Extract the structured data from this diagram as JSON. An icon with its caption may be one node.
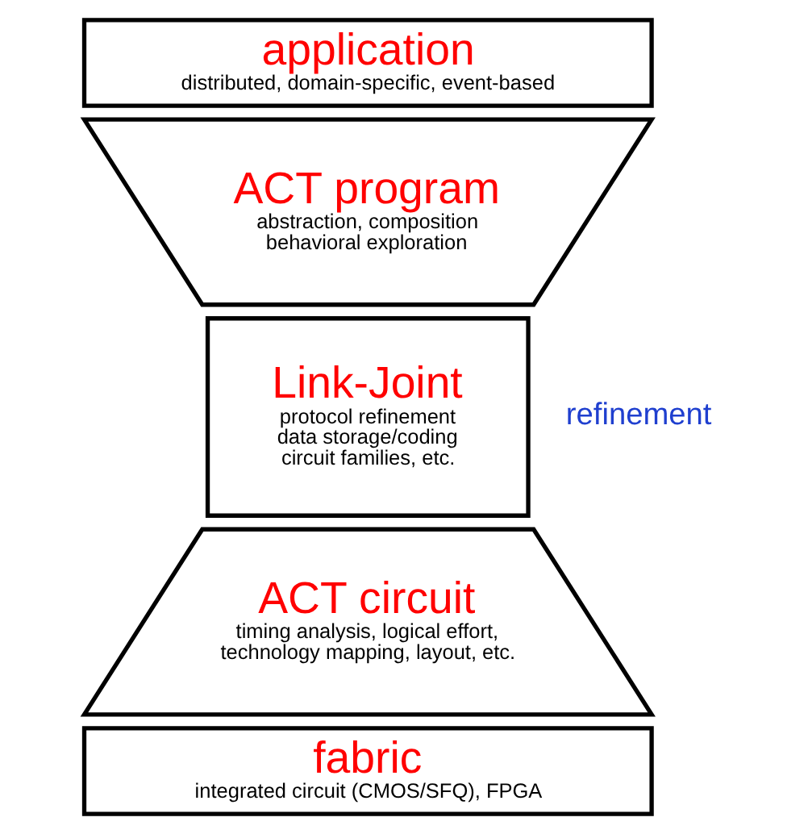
{
  "diagram": {
    "nodes": [
      {
        "text": [
          "application",
          "distributed, domain-specific, event-based"
        ]
      },
      {
        "text": [
          "ACT program",
          "abstraction, composition behavioral exploration"
        ]
      },
      {
        "text": [
          "Link-Joint",
          "protocol refinement data storage/coding circuit families, etc."
        ]
      },
      {
        "text": [
          "ACT circuit",
          "timing analysis, logical effort, technology mapping, layout, etc."
        ]
      },
      {
        "text": [
          "fabric",
          "integrated circuit (CMOS/SFQ), FPGA"
        ]
      }
    ],
    "edges": [],
    "labels": [
      "refinement"
    ]
  }
}
